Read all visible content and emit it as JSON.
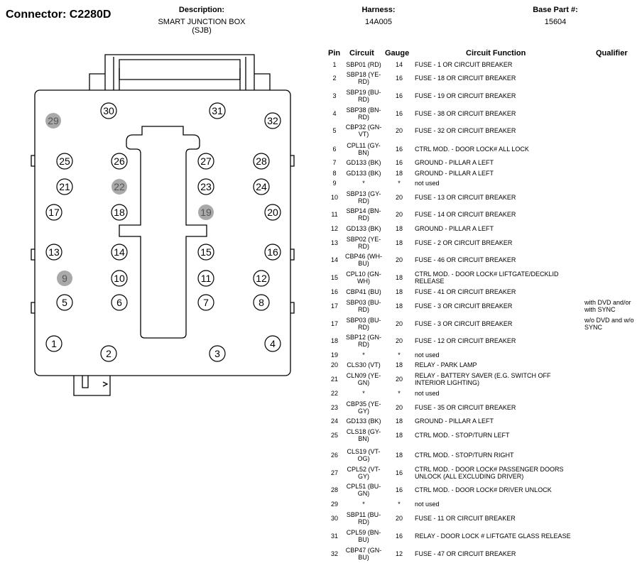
{
  "connector": "Connector: C2280D",
  "header": {
    "description_label": "Description:",
    "description": "SMART JUNCTION BOX (SJB)",
    "harness_label": "Harness:",
    "harness": "14A005",
    "base_part_label": "Base Part #:",
    "base_part": "15604"
  },
  "table": {
    "headers": {
      "pin": "Pin",
      "circuit": "Circuit",
      "gauge": "Gauge",
      "function": "Circuit Function",
      "qualifier": "Qualifier"
    },
    "rows": [
      {
        "pin": "1",
        "circuit": [
          "SBP01 (RD)"
        ],
        "gauge": "14",
        "function": [
          "FUSE - 1 OR CIRCUIT BREAKER"
        ],
        "qualifier": []
      },
      {
        "pin": "2",
        "circuit": [
          "SBP18 (YE-",
          "RD)"
        ],
        "gauge": "16",
        "function": [
          "FUSE - 18 OR CIRCUIT BREAKER"
        ],
        "qualifier": []
      },
      {
        "pin": "3",
        "circuit": [
          "SBP19 (BU-",
          "RD)"
        ],
        "gauge": "16",
        "function": [
          "FUSE - 19 OR CIRCUIT BREAKER"
        ],
        "qualifier": []
      },
      {
        "pin": "4",
        "circuit": [
          "SBP38 (BN-",
          "RD)"
        ],
        "gauge": "16",
        "function": [
          "FUSE - 38 OR CIRCUIT BREAKER"
        ],
        "qualifier": []
      },
      {
        "pin": "5",
        "circuit": [
          "CBP32 (GN-",
          "VT)"
        ],
        "gauge": "20",
        "function": [
          "FUSE - 32 OR CIRCUIT BREAKER"
        ],
        "qualifier": []
      },
      {
        "pin": "6",
        "circuit": [
          "CPL11 (GY-",
          "BN)"
        ],
        "gauge": "16",
        "function": [
          "CTRL MOD. - DOOR LOCK# ALL LOCK"
        ],
        "qualifier": []
      },
      {
        "pin": "7",
        "circuit": [
          "GD133 (BK)"
        ],
        "gauge": "16",
        "function": [
          "GROUND - PILLAR A LEFT"
        ],
        "qualifier": []
      },
      {
        "pin": "8",
        "circuit": [
          "GD133 (BK)"
        ],
        "gauge": "18",
        "function": [
          "GROUND - PILLAR A LEFT"
        ],
        "qualifier": []
      },
      {
        "pin": "9",
        "circuit": [
          "*"
        ],
        "gauge": "*",
        "function": [
          "not used"
        ],
        "qualifier": []
      },
      {
        "pin": "10",
        "circuit": [
          "SBP13 (GY-",
          "RD)"
        ],
        "gauge": "20",
        "function": [
          "FUSE - 13 OR CIRCUIT BREAKER"
        ],
        "qualifier": []
      },
      {
        "pin": "11",
        "circuit": [
          "SBP14 (BN-",
          "RD)"
        ],
        "gauge": "20",
        "function": [
          "FUSE - 14 OR CIRCUIT BREAKER"
        ],
        "qualifier": []
      },
      {
        "pin": "12",
        "circuit": [
          "GD133 (BK)"
        ],
        "gauge": "18",
        "function": [
          "GROUND - PILLAR A LEFT"
        ],
        "qualifier": []
      },
      {
        "pin": "13",
        "circuit": [
          "SBP02 (YE-",
          "RD)"
        ],
        "gauge": "18",
        "function": [
          "FUSE - 2 OR CIRCUIT BREAKER"
        ],
        "qualifier": []
      },
      {
        "pin": "14",
        "circuit": [
          "CBP46 (WH-",
          "BU)"
        ],
        "gauge": "20",
        "function": [
          "FUSE - 46 OR CIRCUIT BREAKER"
        ],
        "qualifier": []
      },
      {
        "pin": "15",
        "circuit": [
          "CPL10 (GN-",
          "WH)"
        ],
        "gauge": "18",
        "function": [
          "CTRL MOD. - DOOR LOCK# LIFTGATE/DECKLID",
          "RELEASE"
        ],
        "qualifier": []
      },
      {
        "pin": "16",
        "circuit": [
          "CBP41 (BU)"
        ],
        "gauge": "18",
        "function": [
          "FUSE - 41 OR CIRCUIT BREAKER"
        ],
        "qualifier": []
      },
      {
        "pin": "17",
        "circuit": [
          "SBP03 (BU-",
          "RD)"
        ],
        "gauge": "18",
        "function": [
          "FUSE - 3 OR CIRCUIT BREAKER"
        ],
        "qualifier": [
          "with DVD and/or",
          "with SYNC"
        ]
      },
      {
        "pin": "17",
        "circuit": [
          "SBP03 (BU-",
          "RD)"
        ],
        "gauge": "20",
        "function": [
          "FUSE - 3 OR CIRCUIT BREAKER"
        ],
        "qualifier": [
          "w/o DVD and w/o",
          "SYNC"
        ]
      },
      {
        "pin": "18",
        "circuit": [
          "SBP12 (GN-",
          "RD)"
        ],
        "gauge": "20",
        "function": [
          "FUSE - 12 OR CIRCUIT BREAKER"
        ],
        "qualifier": []
      },
      {
        "pin": "19",
        "circuit": [
          "*"
        ],
        "gauge": "*",
        "function": [
          "not used"
        ],
        "qualifier": []
      },
      {
        "pin": "20",
        "circuit": [
          "CLS30 (VT)"
        ],
        "gauge": "18",
        "function": [
          "RELAY - PARK LAMP"
        ],
        "qualifier": []
      },
      {
        "pin": "21",
        "circuit": [
          "CLN09 (YE-",
          "GN)"
        ],
        "gauge": "20",
        "function": [
          "RELAY - BATTERY SAVER (E.G. SWITCH OFF",
          "INTERIOR LIGHTING)"
        ],
        "qualifier": []
      },
      {
        "pin": "22",
        "circuit": [
          "*"
        ],
        "gauge": "*",
        "function": [
          "not used"
        ],
        "qualifier": []
      },
      {
        "pin": "23",
        "circuit": [
          "CBP35 (YE-",
          "GY)"
        ],
        "gauge": "20",
        "function": [
          "FUSE - 35 OR CIRCUIT BREAKER"
        ],
        "qualifier": []
      },
      {
        "pin": "24",
        "circuit": [
          "GD133 (BK)"
        ],
        "gauge": "18",
        "function": [
          "GROUND - PILLAR A LEFT"
        ],
        "qualifier": []
      },
      {
        "pin": "25",
        "circuit": [
          "CLS18 (GY-",
          "BN)"
        ],
        "gauge": "18",
        "function": [
          "CTRL MOD. - STOP/TURN LEFT"
        ],
        "qualifier": []
      },
      {
        "pin": "26",
        "circuit": [
          "CLS19 (VT-",
          "OG)"
        ],
        "gauge": "18",
        "function": [
          "CTRL MOD. - STOP/TURN RIGHT"
        ],
        "qualifier": []
      },
      {
        "pin": "27",
        "circuit": [
          "CPL52 (VT-",
          "GY)"
        ],
        "gauge": "16",
        "function": [
          "CTRL MOD. - DOOR LOCK# PASSENGER DOORS",
          "UNLOCK (ALL EXCLUDING DRIVER)"
        ],
        "qualifier": []
      },
      {
        "pin": "28",
        "circuit": [
          "CPL51 (BU-",
          "GN)"
        ],
        "gauge": "16",
        "function": [
          "CTRL MOD. - DOOR LOCK# DRIVER UNLOCK"
        ],
        "qualifier": []
      },
      {
        "pin": "29",
        "circuit": [
          "*"
        ],
        "gauge": "*",
        "function": [
          "not used"
        ],
        "qualifier": []
      },
      {
        "pin": "30",
        "circuit": [
          "SBP11 (BU-",
          "RD)"
        ],
        "gauge": "20",
        "function": [
          "FUSE - 11 OR CIRCUIT BREAKER"
        ],
        "qualifier": []
      },
      {
        "pin": "31",
        "circuit": [
          "CPL59 (BN-",
          "BU)"
        ],
        "gauge": "16",
        "function": [
          "RELAY - DOOR LOCK # LIFTGATE GLASS RELEASE"
        ],
        "qualifier": []
      },
      {
        "pin": "32",
        "circuit": [
          "CBP47 (GN-",
          "BU)"
        ],
        "gauge": "12",
        "function": [
          "FUSE - 47 OR CIRCUIT BREAKER"
        ],
        "qualifier": []
      }
    ]
  },
  "cavities": [
    {
      "n": "29",
      "unused": true
    },
    {
      "n": "30",
      "unused": false
    },
    {
      "n": "31",
      "unused": false
    },
    {
      "n": "32",
      "unused": false
    },
    {
      "n": "25",
      "unused": false
    },
    {
      "n": "26",
      "unused": false
    },
    {
      "n": "27",
      "unused": false
    },
    {
      "n": "28",
      "unused": false
    },
    {
      "n": "21",
      "unused": false
    },
    {
      "n": "22",
      "unused": true
    },
    {
      "n": "23",
      "unused": false
    },
    {
      "n": "24",
      "unused": false
    },
    {
      "n": "17",
      "unused": false
    },
    {
      "n": "18",
      "unused": false
    },
    {
      "n": "19",
      "unused": true
    },
    {
      "n": "20",
      "unused": false
    },
    {
      "n": "13",
      "unused": false
    },
    {
      "n": "14",
      "unused": false
    },
    {
      "n": "15",
      "unused": false
    },
    {
      "n": "16",
      "unused": false
    },
    {
      "n": "9",
      "unused": true
    },
    {
      "n": "10",
      "unused": false
    },
    {
      "n": "11",
      "unused": false
    },
    {
      "n": "12",
      "unused": false
    },
    {
      "n": "5",
      "unused": false
    },
    {
      "n": "6",
      "unused": false
    },
    {
      "n": "7",
      "unused": false
    },
    {
      "n": "8",
      "unused": false
    },
    {
      "n": "1",
      "unused": false
    },
    {
      "n": "2",
      "unused": false
    },
    {
      "n": "3",
      "unused": false
    },
    {
      "n": "4",
      "unused": false
    }
  ],
  "colors": {
    "unused_fill": "#a9a9a9",
    "stroke": "#000000"
  }
}
